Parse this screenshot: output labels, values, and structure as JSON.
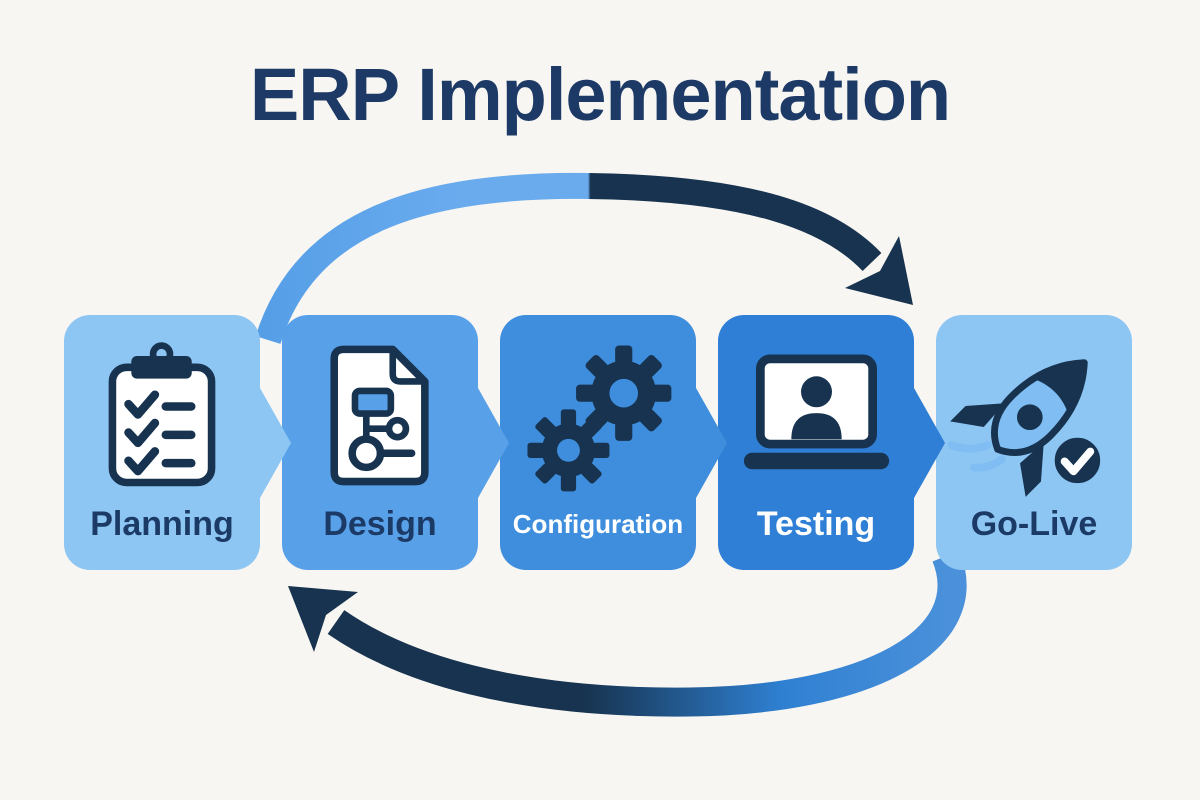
{
  "title": "ERP Implementation",
  "diagram": {
    "type": "process-cycle",
    "stages": [
      {
        "label": "Planning",
        "icon": "clipboard-checklist-icon",
        "card_color": "#8ec6f3",
        "label_color": "#1c3a66"
      },
      {
        "label": "Design",
        "icon": "flowchart-document-icon",
        "card_color": "#58a1e9",
        "label_color": "#1c3a66"
      },
      {
        "label": "Configuration",
        "icon": "gears-icon",
        "card_color": "#3e8edd",
        "label_color": "#ffffff"
      },
      {
        "label": "Testing",
        "icon": "laptop-user-icon",
        "card_color": "#2e7fd5",
        "label_color": "#ffffff"
      },
      {
        "label": "Go-Live",
        "icon": "rocket-check-icon",
        "card_color": "#8ec6f3",
        "label_color": "#1c3a66"
      }
    ],
    "arrows": [
      {
        "name": "top-cycle-arrow",
        "from": "Planning",
        "to": "Go-Live",
        "direction": "left-to-right",
        "colors": [
          "#6aabee",
          "#17334f"
        ]
      },
      {
        "name": "bottom-cycle-arrow",
        "from": "Go-Live",
        "to": "Planning",
        "direction": "right-to-left",
        "colors": [
          "#4a90da",
          "#17334f"
        ]
      }
    ],
    "connector_count": 4
  },
  "colors": {
    "background": "#f8f6f2",
    "navy": "#17334f",
    "title_text": "#1d3a66"
  }
}
